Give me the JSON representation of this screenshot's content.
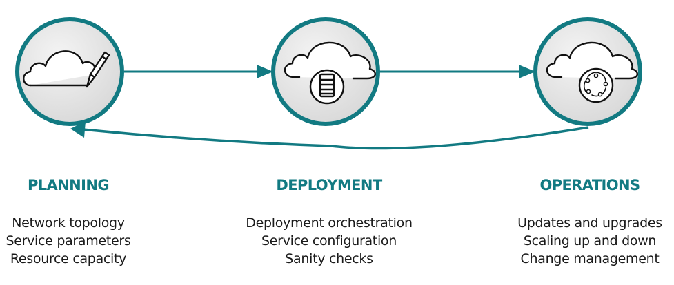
{
  "theme": {
    "accent": "#127a82",
    "circle_fill": "#e2e2e2",
    "text": "#1a1a1a"
  },
  "stages": [
    {
      "title": "PLANNING",
      "icon": "cloud-with-pencil-icon",
      "items": [
        "Network topology",
        "Service parameters",
        "Resource capacity"
      ]
    },
    {
      "title": "DEPLOYMENT",
      "icon": "cloud-with-server-icon",
      "items": [
        "Deployment orchestration",
        "Service configuration",
        "Sanity checks"
      ]
    },
    {
      "title": "OPERATIONS",
      "icon": "cloud-with-cycle-icon",
      "items": [
        "Updates and upgrades",
        "Scaling up and down",
        "Change management"
      ]
    }
  ]
}
